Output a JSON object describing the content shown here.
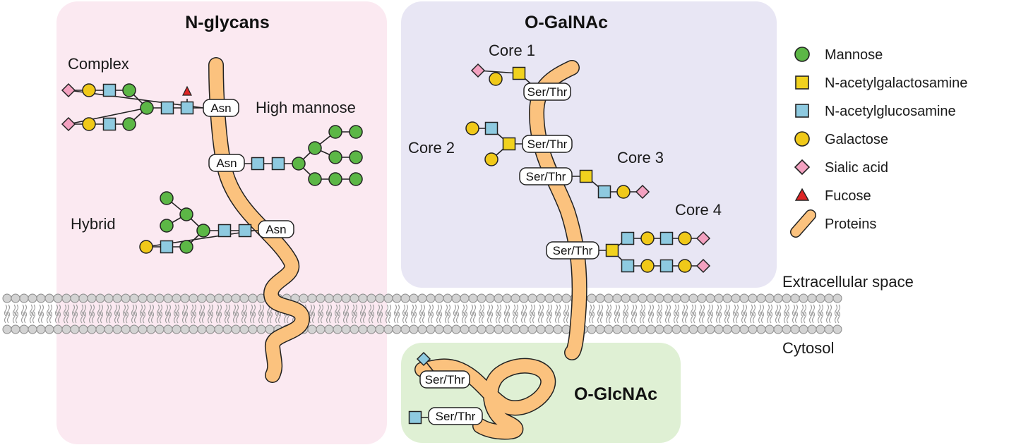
{
  "panels": {
    "n_glycans": {
      "title": "N-glycans",
      "color": "#fbe9f1"
    },
    "o_galnac": {
      "title": "O-GalNAc",
      "color": "#e8e6f4"
    },
    "o_glcnac": {
      "title": "O-GlcNAc",
      "color": "#dff0d4"
    }
  },
  "labels": {
    "complex": "Complex",
    "high_mannose": "High mannose",
    "hybrid": "Hybrid",
    "core1": "Core 1",
    "core2": "Core 2",
    "core3": "Core 3",
    "core4": "Core 4",
    "extracellular": "Extracellular space",
    "cytosol": "Cytosol"
  },
  "sites": {
    "asn": "Asn",
    "ser_thr": "Ser/Thr"
  },
  "legend": [
    {
      "name": "mannose",
      "shape": "circle",
      "color": "#5cb746",
      "label": "Mannose"
    },
    {
      "name": "galnac",
      "shape": "square",
      "color": "#f1d21e",
      "label": "N-acetylgalactosamine"
    },
    {
      "name": "glcnac",
      "shape": "square",
      "color": "#8ecae0",
      "label": "N-acetylglucosamine"
    },
    {
      "name": "galactose",
      "shape": "circle",
      "color": "#f0c919",
      "label": "Galactose"
    },
    {
      "name": "sialic",
      "shape": "diamond",
      "color": "#f3a1c0",
      "label": "Sialic acid"
    },
    {
      "name": "fucose",
      "shape": "triangle",
      "color": "#dd2424",
      "label": "Fucose"
    },
    {
      "name": "protein",
      "shape": "capsule",
      "color": "#fbc27e",
      "label": "Proteins"
    }
  ],
  "colors": {
    "mannose": "#5cb746",
    "galnac": "#f1d21e",
    "glcnac": "#8ecae0",
    "galactose": "#f0c919",
    "sialic": "#f3a1c0",
    "fucose": "#dd2424",
    "protein": "#fbc27e",
    "membrane_head": "#d3d3d3"
  }
}
